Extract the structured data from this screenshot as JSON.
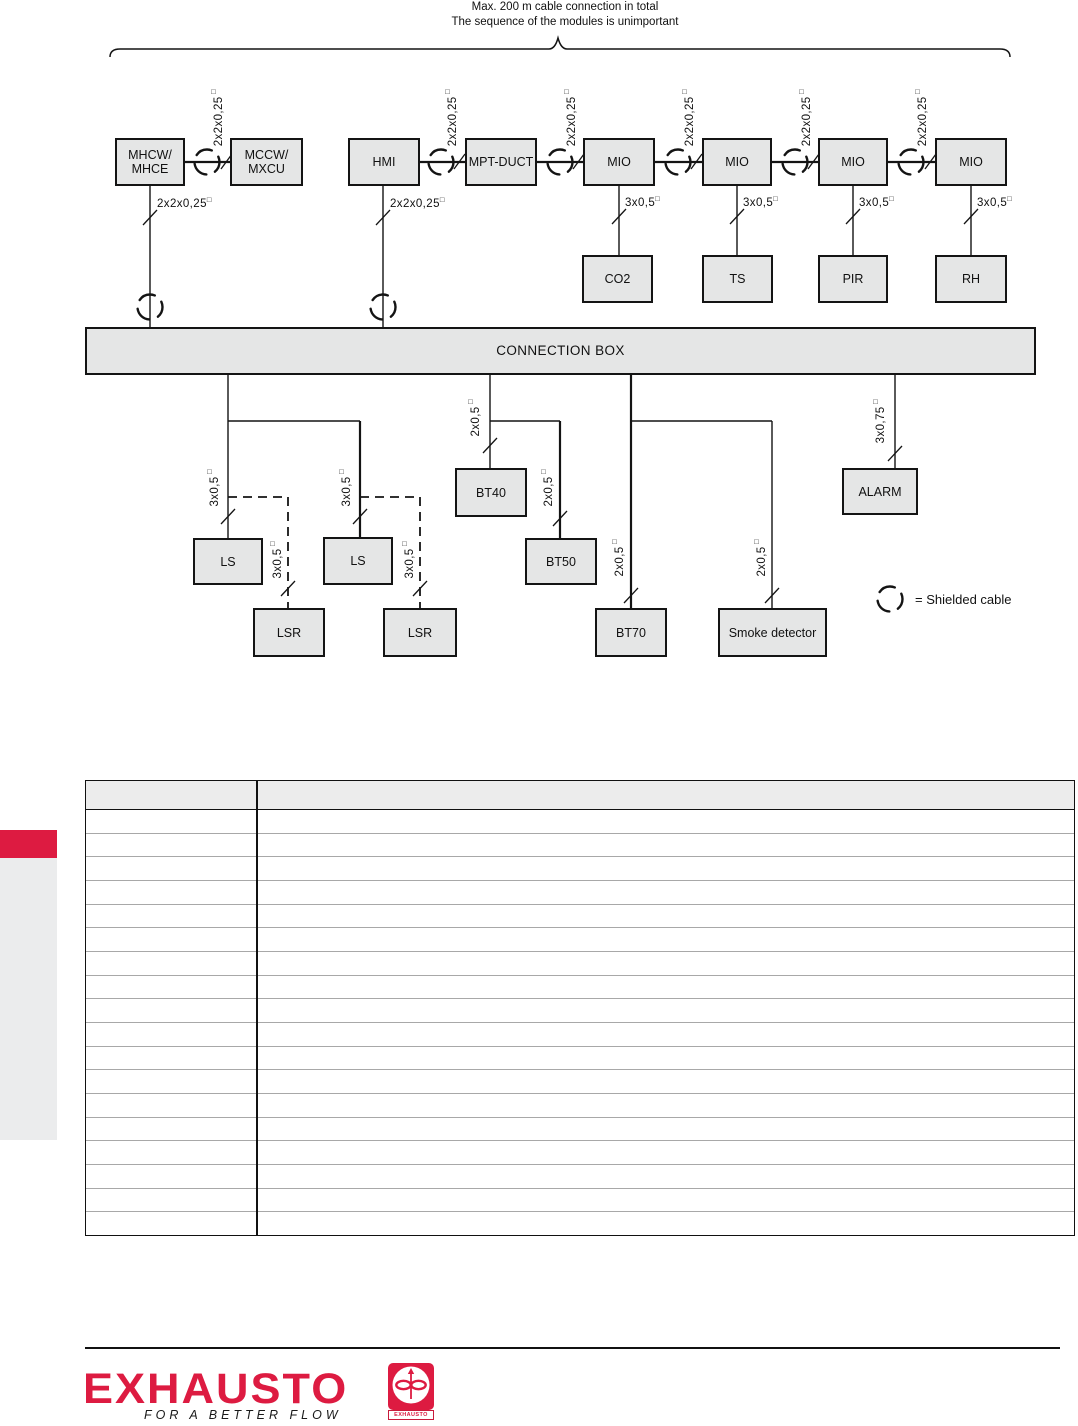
{
  "colors": {
    "brand_red": "#dd1b41",
    "box_fill": "#e5e6e6",
    "line": "#111111",
    "sidebar_gray": "#ebeced"
  },
  "note": {
    "line1": "Max. 200 m cable connection in total",
    "line2": "The sequence of the modules is unimportant"
  },
  "diagram": {
    "sup_square": "□",
    "connection_box_label": "CONNECTION BOX",
    "legend_label": "= Shielded cable",
    "boxes": {
      "mhcw": "MHCW/\nMHCE",
      "mccw": "MCCW/\nMXCU",
      "hmi": "HMI",
      "mpt_duct": "MPT-DUCT",
      "mio": "MIO",
      "co2": "CO2",
      "ts": "TS",
      "pir": "PIR",
      "rh": "RH",
      "ls": "LS",
      "lsr": "LSR",
      "bt40": "BT40",
      "bt50": "BT50",
      "bt70": "BT70",
      "smoke": "Smoke detector",
      "alarm": "ALARM"
    },
    "cables": {
      "bus": "2x2x0,25",
      "sensor": "3x0,5",
      "signal": "2x0,5",
      "alarm": "3x0,75"
    }
  },
  "table": {
    "row_count": 18,
    "columns": [
      "",
      ""
    ]
  },
  "footer": {
    "brand": "EXHAUSTO",
    "tagline": "FOR A BETTER FLOW",
    "logo_text": "EXHAUSTO"
  }
}
